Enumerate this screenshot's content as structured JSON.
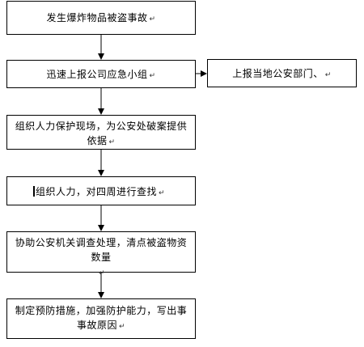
{
  "steps": [
    {
      "text": "发生爆炸物品被盗事故"
    },
    {
      "text": "迅速上报公司应急小组"
    },
    {
      "text": "组织人力保护现场，为公安处破案提供依据"
    },
    {
      "text": "组织人力，对四周进行查找"
    },
    {
      "text": "协助公安机关调查处理，清点被盗物资数量"
    },
    {
      "text": "制定预防措施，加强防护能力，写出事事故原因"
    }
  ],
  "side_box": {
    "text": "上报当地公安部门、"
  },
  "paragraph_mark": "↵"
}
